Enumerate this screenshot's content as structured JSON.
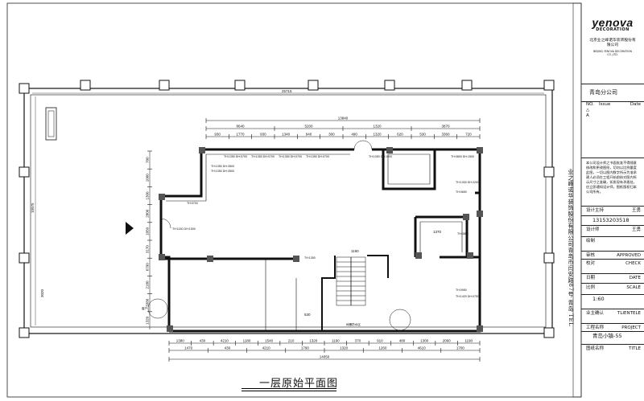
{
  "drawing": {
    "title": "一层原始平面图",
    "overall_width": "25715",
    "overall_height": "10975",
    "top_dims_row1": [
      "13840"
    ],
    "top_dims_row2": [
      "8640",
      "5200",
      "1320",
      "3870"
    ],
    "top_dims_row3": [
      "930",
      "1770",
      "930",
      "1340",
      "940",
      "300",
      "490",
      "1320",
      "620",
      "530",
      "3360",
      "720"
    ],
    "bottom_dims_row1": [
      "1380",
      "430",
      "4210",
      "1180",
      "1540",
      "210",
      "1320",
      "1190",
      "370",
      "910",
      "480",
      "1300",
      "2060",
      "1190"
    ],
    "bottom_dims_row2": [
      "1470",
      "430",
      "4210",
      "1790",
      "1320",
      "1260",
      "4610",
      "1700"
    ],
    "bottom_dims_total": "14050",
    "left_dims": [
      "700",
      "1000",
      "1300",
      "2800",
      "1050",
      "3170",
      "6790",
      "2180",
      "3380",
      "1320"
    ],
    "left_outer_dim": "3020",
    "stair_dim": "1190",
    "dim_1370": "1370",
    "dim_530": "530",
    "room_labels": [
      "TH:1350 DH:0700",
      "TH:1350 DH:0700",
      "TH:1350 DH:0700",
      "TH:1350 DH:0700",
      "TH:1350 DH:3500",
      "TH:1350 DH:3500",
      "TH:1050 DH:1500",
      "TH:0800 DH:1500",
      "TH:1300 DH:2200",
      "TH:0650",
      "TH:0700",
      "TH:1150 DH:1500",
      "TH:0800",
      "TH:1350",
      "TH:0950",
      "TH:1420 DH:0750"
    ],
    "water_label": "地暖防水区",
    "window_label": "窗户"
  },
  "title_block": {
    "logo_main": "yenova",
    "logo_sub": "DECORATION",
    "company_cn": "北京业之峰诺华装饰股份有限公司",
    "company_en": "BEIJING YENOVA DECORATION CO.,LTD.",
    "company_line2": "青岛分公司",
    "revision_cols": [
      "NO.",
      "Issue",
      "Date"
    ],
    "revision_rows": [
      "△",
      "A"
    ],
    "notes": "本公司设计师之书面批准不得随意修改和更改图纸，切勿以比例量度此图，一切以图内数字所示为准承建人必须在工程开始前核对图内所示尺寸之准确，如发现有矛盾处，应立即通知设计师，图纸版权归本公司所有。",
    "rows": [
      {
        "label": "设计主持",
        "value": "王勇"
      },
      {
        "label": "",
        "value": "13153203518"
      },
      {
        "label": "设计师",
        "value": "王勇"
      },
      {
        "label": "绘制",
        "value": ""
      },
      {
        "label": "审核",
        "value": "APPROVED"
      },
      {
        "label": "校对",
        "value": "CHECK"
      },
      {
        "label": "日期",
        "value": "DATE"
      },
      {
        "label": "比例",
        "value": "SCALE"
      },
      {
        "label": "",
        "value": "1:60"
      },
      {
        "label": "业主确认",
        "value": "TLIENTELE"
      },
      {
        "label": "工程名称",
        "value": "PROJECT"
      },
      {
        "label": "",
        "value": "青岛小镇-55"
      },
      {
        "label": "图纸名称",
        "value": "TITLE"
      }
    ],
    "side_text": "业之峰诺华装饰股份有限公司青岛市闫安路87号  青岛  TEL"
  }
}
